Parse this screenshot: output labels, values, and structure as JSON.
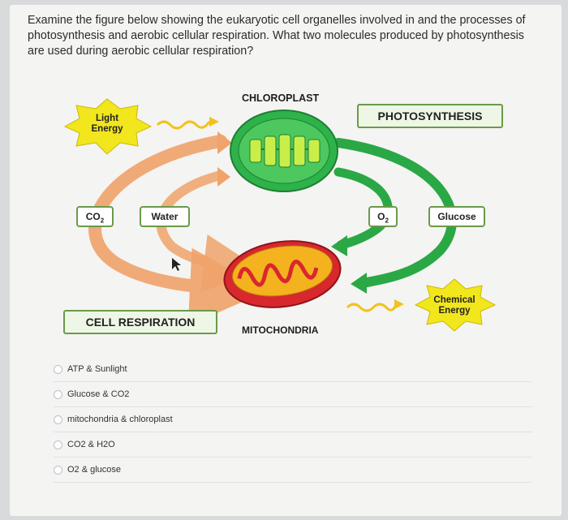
{
  "question": {
    "text": "Examine the figure below showing the eukaryotic cell organelles involved in and the processes of photosynthesis and aerobic cellular respiration. What two molecules produced by photosynthesis are used during aerobic cellular respiration?"
  },
  "figure": {
    "chloroplast_label": "CHLOROPLAST",
    "mitochondria_label": "MITOCHONDRIA",
    "photosynthesis_label": "PHOTOSYNTHESIS",
    "cell_respiration_label": "CELL RESPIRATION",
    "light_energy": "Light Energy",
    "chemical_energy": "Chemical Energy",
    "co2_main": "CO",
    "co2_sub": "2",
    "water": "Water",
    "o2_main": "O",
    "o2_sub": "2",
    "glucose": "Glucose",
    "colors": {
      "chloroplast": "#2eb24a",
      "mitochondria": "#d9272e",
      "arrow_green": "#2aa845",
      "arrow_orange": "#f0a36a",
      "star": "#f2e61c"
    }
  },
  "options": [
    {
      "label": "ATP & Sunlight"
    },
    {
      "label": "Glucose & CO2"
    },
    {
      "label": "mitochondria & chloroplast"
    },
    {
      "label": "CO2 & H2O"
    },
    {
      "label": "O2 & glucose"
    }
  ]
}
